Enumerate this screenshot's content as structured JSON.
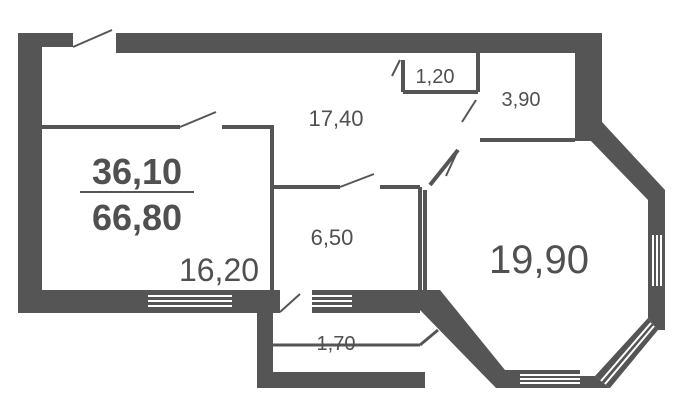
{
  "summary": {
    "living_area": "36,10",
    "total_area": "66,80"
  },
  "rooms": {
    "room_left": "16,20",
    "hall": "17,40",
    "closet_small": "1,20",
    "nook": "3,90",
    "kitchen": "19,90",
    "bathroom": "6,50",
    "wc": "1,70"
  },
  "colors": {
    "wall": "#555555",
    "text": "#505050",
    "background": "#ffffff"
  }
}
